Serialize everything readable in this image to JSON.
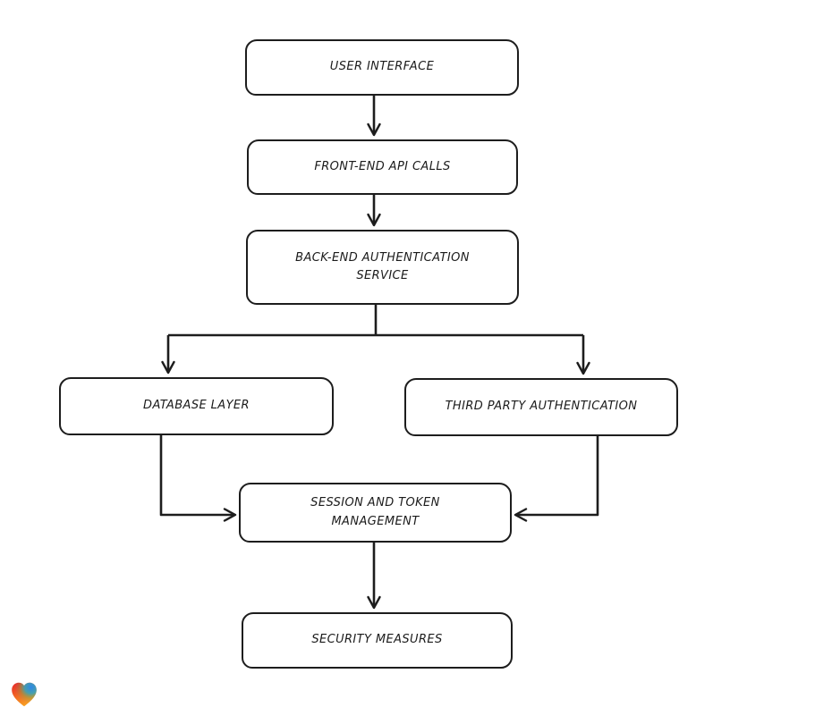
{
  "diagram": {
    "title": "authentication-flowchart",
    "nodes": [
      {
        "id": "user-interface",
        "label": "USER INTERFACE"
      },
      {
        "id": "front-end-api-calls",
        "label": "FRONT-END API CALLS"
      },
      {
        "id": "back-end-authentication-service",
        "label": "BACK-END AUTHENTICATION SERVICE"
      },
      {
        "id": "database-layer",
        "label": "DATABASE LAYER"
      },
      {
        "id": "third-party-authentication",
        "label": "THIRD PARTY AUTHENTICATION"
      },
      {
        "id": "session-and-token-management",
        "label": "SESSION AND TOKEN MANAGEMENT"
      },
      {
        "id": "security-measures",
        "label": "SECURITY MEASURES"
      }
    ],
    "edges": [
      {
        "from": "user-interface",
        "to": "front-end-api-calls"
      },
      {
        "from": "front-end-api-calls",
        "to": "back-end-authentication-service"
      },
      {
        "from": "back-end-authentication-service",
        "to": "database-layer"
      },
      {
        "from": "back-end-authentication-service",
        "to": "third-party-authentication"
      },
      {
        "from": "database-layer",
        "to": "session-and-token-management"
      },
      {
        "from": "third-party-authentication",
        "to": "session-and-token-management"
      },
      {
        "from": "session-and-token-management",
        "to": "security-measures"
      }
    ],
    "colors": {
      "stroke": "#1d1d1d",
      "node_fill": "#ffffff",
      "background": "#ffffff",
      "logo_red": "#e8262c",
      "logo_orange": "#f7a023",
      "logo_blue": "#2e86e8",
      "logo_teal": "#2aa8c4"
    }
  },
  "branding": {
    "logo": "heart-gradient-logo"
  }
}
